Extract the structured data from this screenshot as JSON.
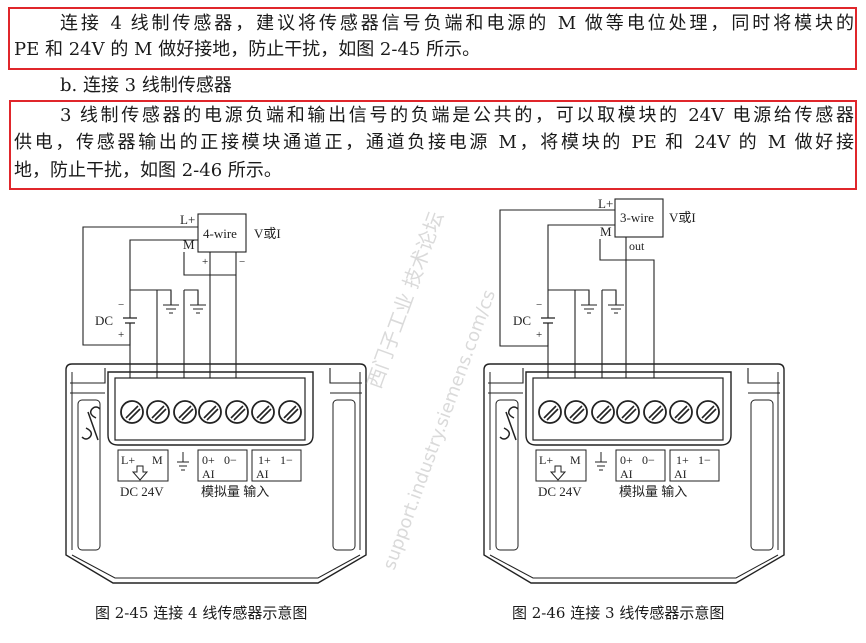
{
  "paragraph_4wire": {
    "lines": [
      "连接 4 线制传感器，建议将传感器信号负端和电源的 M 做等电位处理，同时将模块的",
      "PE 和 24V 的 M 做好接地，防止干扰，如图 2-45 所示。"
    ]
  },
  "heading_3wire": "b. 连接 3 线制传感器",
  "paragraph_3wire": {
    "lines": [
      "3 线制传感器的电源负端和输出信号的负端是公共的，可以取模块的 24V 电源给传感器",
      "供电，传感器输出的正接模块通道正，通道负接电源 M，将模块的 PE 和 24V 的 M 做好接",
      "地，防止干扰，如图 2-46 所示。"
    ]
  },
  "highlight_color": "#e0262b",
  "figures": [
    {
      "sensor_label": "4-wire",
      "signal_label": "V或I",
      "lplus": "L+",
      "m": "M",
      "plus": "+",
      "minus": "−",
      "dc": "DC",
      "dc_minus": "−",
      "dc_plus": "+",
      "terminal_dc": {
        "l": "L+",
        "m": "M"
      },
      "terminal_ai0": {
        "p": "0+",
        "n": "0−",
        "ai": "AI"
      },
      "terminal_ai1": {
        "p": "1+",
        "n": "1−",
        "ai": "AI"
      },
      "dc24": "DC 24V",
      "analog_input": "模拟量 输入",
      "caption": "图 2-45    连接 4 线传感器示意图"
    },
    {
      "sensor_label": "3-wire",
      "signal_label": "V或I",
      "lplus": "L+",
      "m": "M",
      "out": "out",
      "dc": "DC",
      "dc_minus": "−",
      "dc_plus": "+",
      "terminal_dc": {
        "l": "L+",
        "m": "M"
      },
      "terminal_ai0": {
        "p": "0+",
        "n": "0−",
        "ai": "AI"
      },
      "terminal_ai1": {
        "p": "1+",
        "n": "1−",
        "ai": "AI"
      },
      "dc24": "DC 24V",
      "analog_input": "模拟量 输入",
      "caption": "图 2-46    连接 3 线传感器示意图"
    }
  ],
  "watermark": {
    "cn": "西门子工业 技术论坛",
    "url": "support.industry.siemens.com/cs"
  }
}
